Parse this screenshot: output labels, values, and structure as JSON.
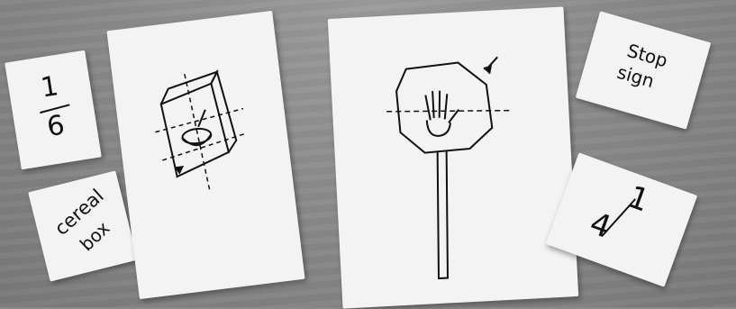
{
  "cards": {
    "fraction_sixth": {
      "numerator": "1",
      "denominator": "6"
    },
    "cereal_label": {
      "line1": "cereal",
      "line2": "box"
    },
    "stop_label": {
      "line1": "Stop",
      "line2": "sign"
    },
    "fraction_fourth": {
      "numerator": "1",
      "denominator": "4"
    }
  }
}
